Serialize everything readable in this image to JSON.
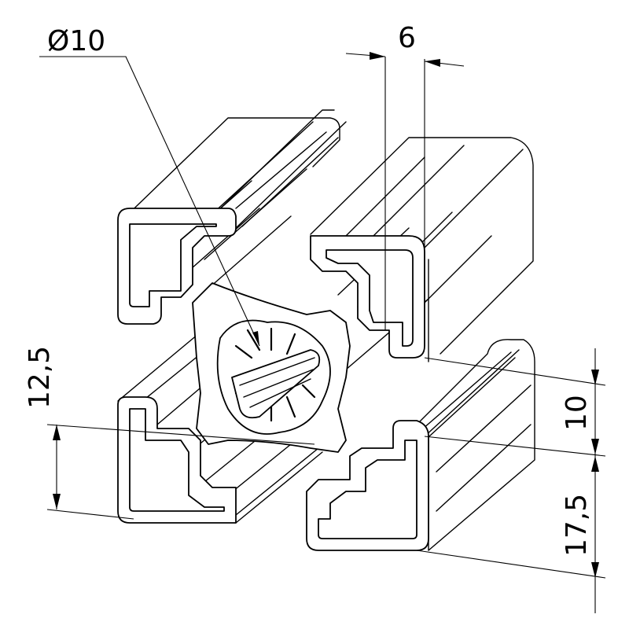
{
  "drawing": {
    "dimensions": {
      "diameter": "Ø10",
      "slot_width": "6",
      "left_height": "12,5",
      "right_upper": "10",
      "right_lower": "17,5"
    }
  }
}
